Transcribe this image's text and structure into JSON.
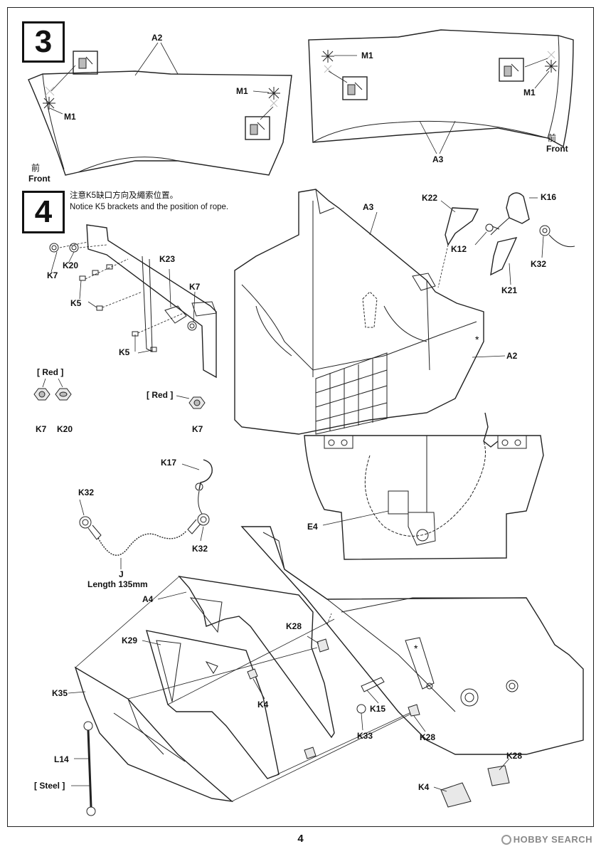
{
  "page": {
    "number": "4"
  },
  "watermark": {
    "text": "HOBBY SEARCH"
  },
  "step3": {
    "number": "3",
    "labels": {
      "a2": "A2",
      "a3": "A3",
      "m1_left": "M1",
      "m1_right": "M1",
      "m1_r1": "M1",
      "m1_r2": "M1"
    },
    "front_left": {
      "cn": "前",
      "en": "Front"
    },
    "front_right": {
      "cn": "前",
      "en": "Front"
    }
  },
  "step4": {
    "number": "4",
    "note_cn": "注意K5缺口方向及繩索位置。",
    "note_en": "Notice K5 brackets and the position of rope.",
    "parts": {
      "a3": "A3",
      "k22": "K22",
      "k16": "K16",
      "k12": "K12",
      "k32a": "K32",
      "k21": "K21",
      "a2": "A2",
      "k7a": "K7",
      "k20a": "K20",
      "k23": "K23",
      "k7b": "K7",
      "k5a": "K5",
      "k5b": "K5",
      "red1": "[ Red ]",
      "red2": "[ Red ]",
      "k7c": "K7",
      "k20b": "K20",
      "k7d": "K7",
      "k17": "K17",
      "k32b": "K32",
      "k32c": "K32",
      "j": "J",
      "length": "Length  135mm",
      "e4": "E4",
      "a4": "A4",
      "k28a": "K28",
      "k29": "K29",
      "k35": "K35",
      "k4a": "K4",
      "k15": "K15",
      "k33": "K33",
      "k28b": "K28",
      "l14": "L14",
      "steel": "[ Steel ]",
      "k28c": "K28",
      "k4b": "K4"
    }
  }
}
